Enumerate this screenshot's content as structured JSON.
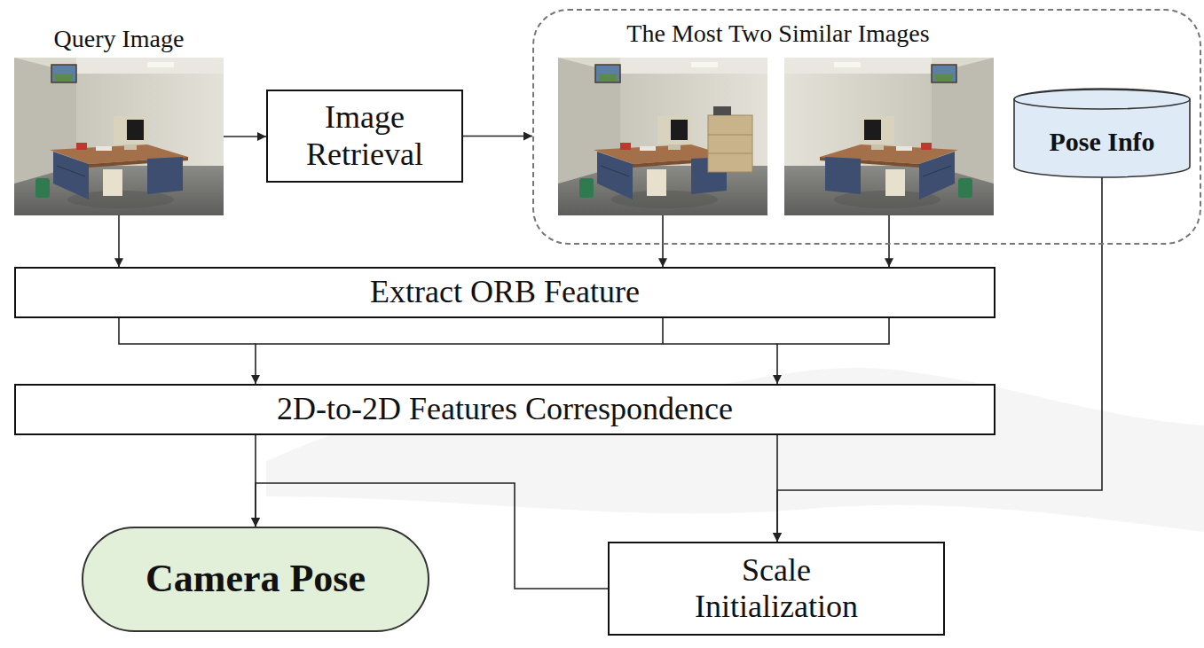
{
  "diagram": {
    "nodes": [
      {
        "text": [
          "Query Image"
        ]
      },
      {
        "text": [
          "Image Retrieval"
        ]
      },
      {
        "text": [
          "The Most Two Similar Images"
        ]
      },
      {
        "text": [],
        "in": 2
      },
      {
        "text": [],
        "in": 2
      },
      {
        "text": [
          "Pose Info"
        ],
        "in": 2
      },
      {
        "text": [
          "Extract ORB Feature"
        ]
      },
      {
        "text": [
          "2D-to-2D Features Correspondence"
        ]
      },
      {
        "text": [
          "Camera Pose"
        ]
      },
      {
        "text": [
          "Scale Initialization"
        ]
      }
    ],
    "edges": [
      {
        "from": 0,
        "to": 1,
        "arrow": "to"
      },
      {
        "from": 1,
        "to": 2,
        "arrow": "to"
      },
      {
        "from": 0,
        "to": 6,
        "arrow": "to"
      },
      {
        "from": 3,
        "to": 6,
        "arrow": "to"
      },
      {
        "from": 4,
        "to": 6,
        "arrow": "to"
      },
      {
        "from": 6,
        "to": 7,
        "arrow": "to"
      },
      {
        "from": 6,
        "to": 7,
        "arrow": "to"
      },
      {
        "from": 7,
        "to": 8,
        "arrow": "to"
      },
      {
        "from": 7,
        "to": 9,
        "arrow": "to"
      },
      {
        "from": 5,
        "to": 9,
        "arrow": "to"
      },
      {
        "from": 9,
        "to": 8,
        "arrow": "to"
      }
    ]
  }
}
